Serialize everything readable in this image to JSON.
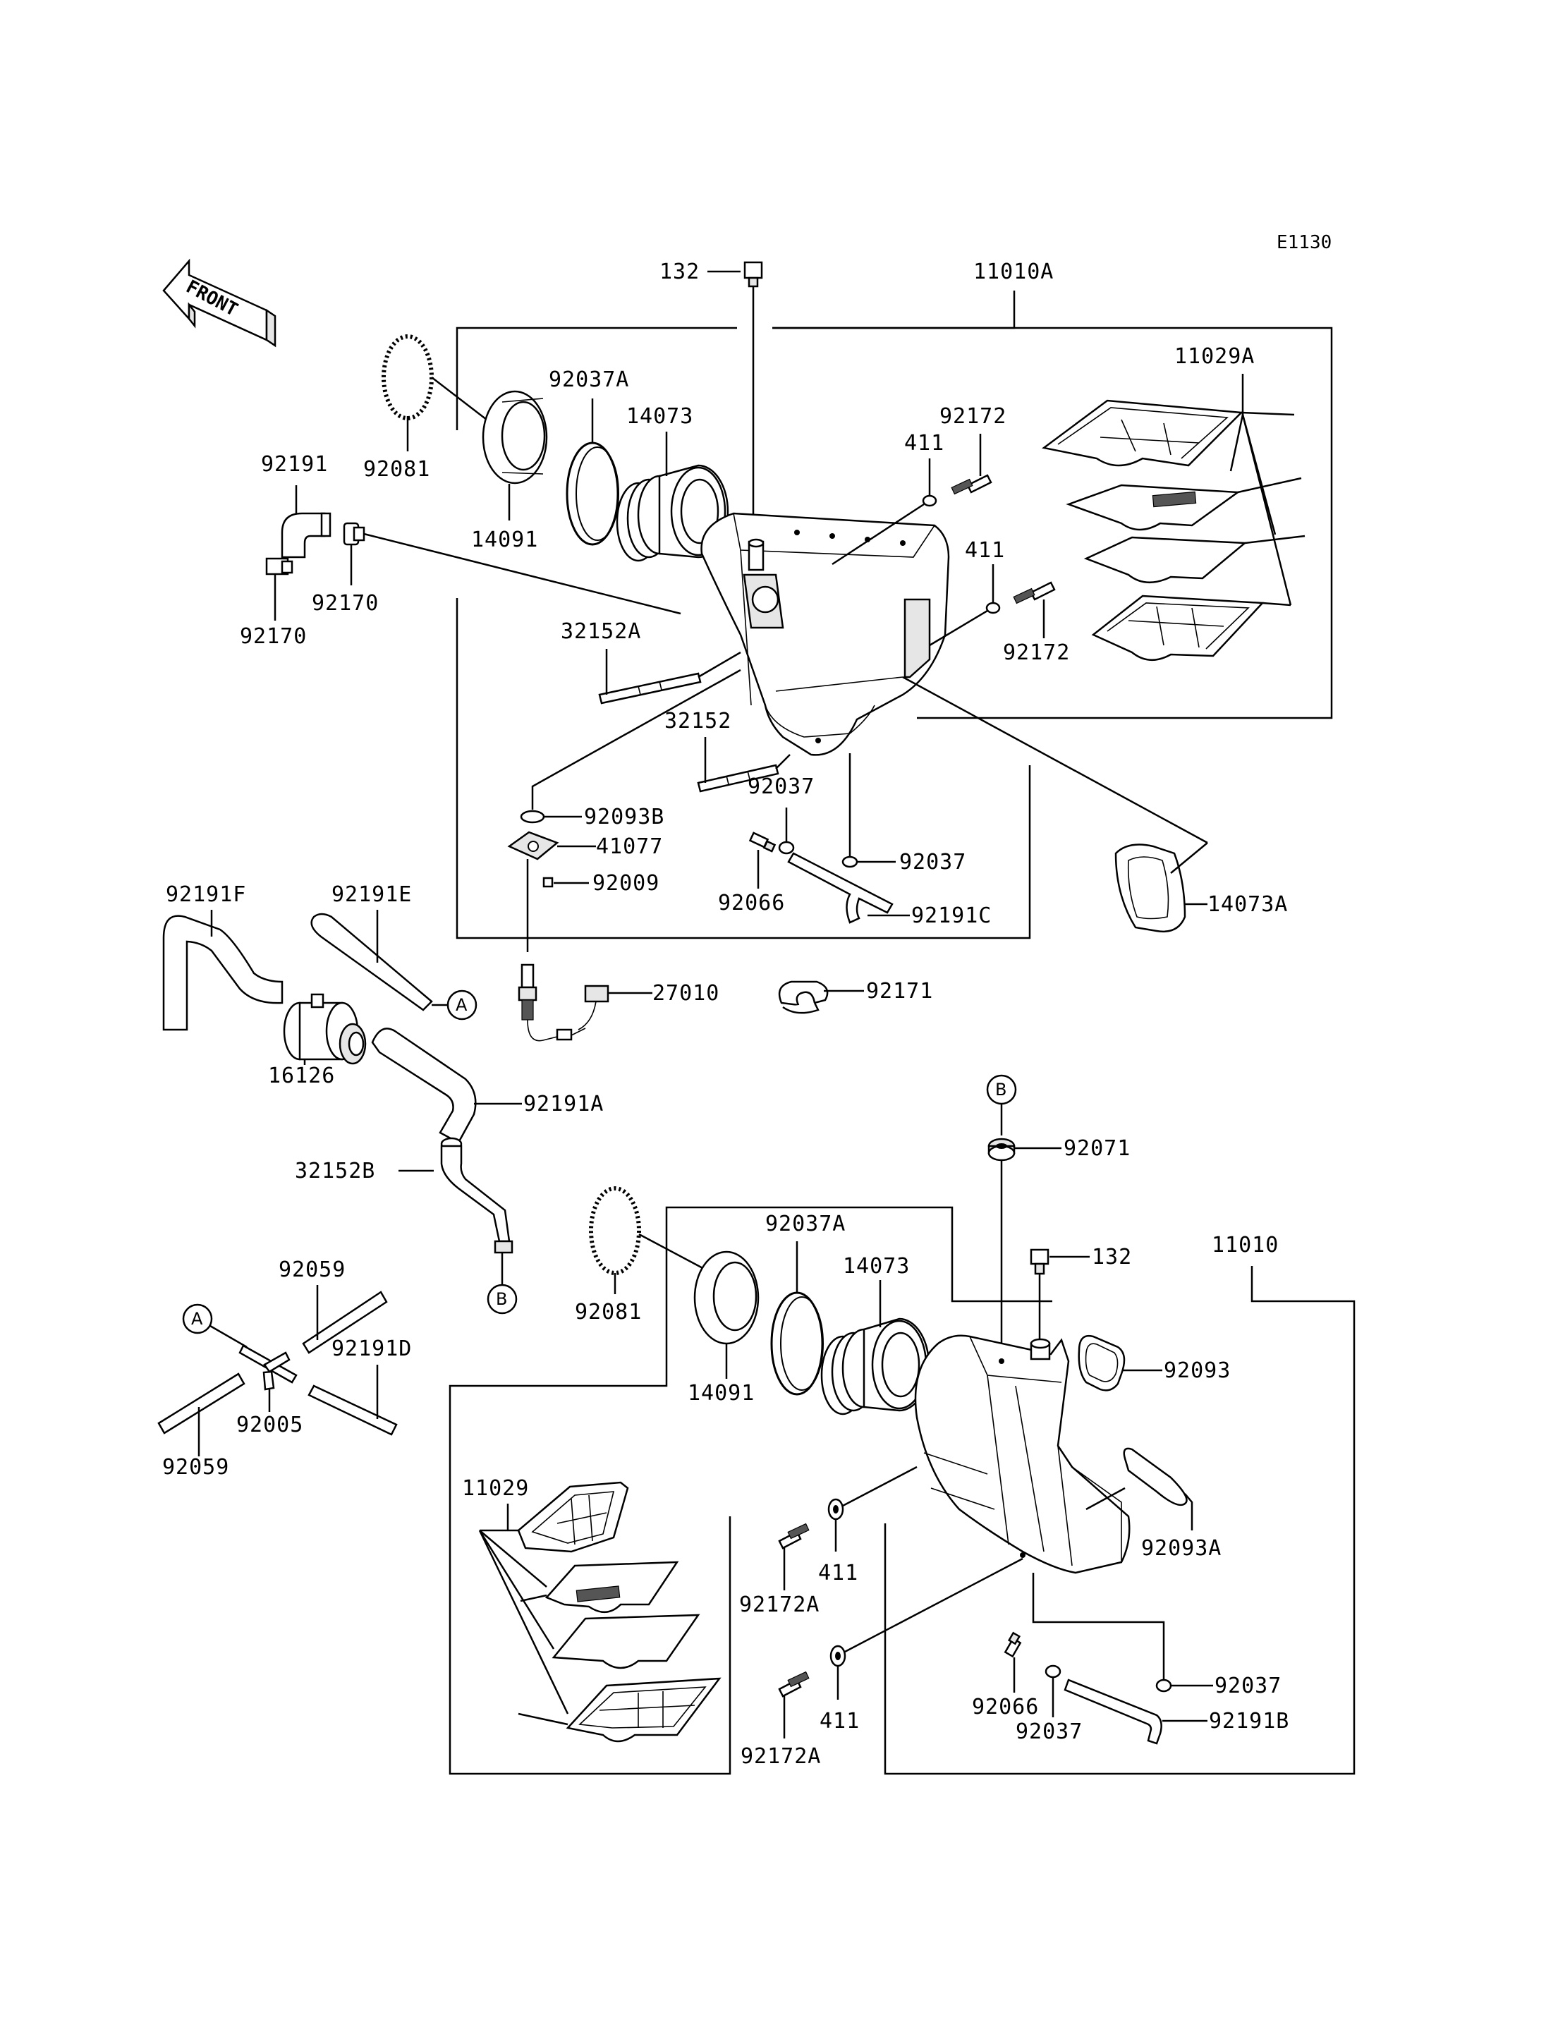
{
  "diagram_code": "E1130",
  "front_label": "FRONT",
  "callouts": {
    "A": "A",
    "B": "B"
  },
  "upper_assembly": {
    "assembly": "11010A",
    "labels": {
      "p132": "132",
      "p92037A": "92037A",
      "p14073": "14073",
      "p92081": "92081",
      "p14091": "14091",
      "p92191": "92191",
      "p92170a": "92170",
      "p92170b": "92170",
      "p32152A": "32152A",
      "p32152": "32152",
      "p411a": "411",
      "p411b": "411",
      "p92172a": "92172",
      "p92172b": "92172",
      "p11029A": "11029A",
      "p92093B": "92093B",
      "p41077": "41077",
      "p92009": "92009",
      "p92037a": "92037",
      "p92037b": "92037",
      "p92066": "92066",
      "p92191C": "92191C",
      "p14073A": "14073A"
    }
  },
  "hoses": {
    "labels": {
      "p92191F": "92191F",
      "p92191E": "92191E",
      "p27010": "27010",
      "p92171": "92171",
      "p16126": "16126",
      "p92191A": "92191A",
      "p32152B": "32152B",
      "p92059a": "92059",
      "p92059b": "92059",
      "p92191D": "92191D",
      "p92005": "92005"
    }
  },
  "lower_assembly": {
    "assembly": "11010",
    "labels": {
      "p92071": "92071",
      "p132": "132",
      "p92037A": "92037A",
      "p14073": "14073",
      "p92081": "92081",
      "p14091": "14091",
      "p92093": "92093",
      "p92093A": "92093A",
      "p11029": "11029",
      "p411a": "411",
      "p411b": "411",
      "p92172Aa": "92172A",
      "p92172Ab": "92172A",
      "p92037a": "92037",
      "p92037b": "92037",
      "p92066": "92066",
      "p92191B": "92191B"
    }
  }
}
